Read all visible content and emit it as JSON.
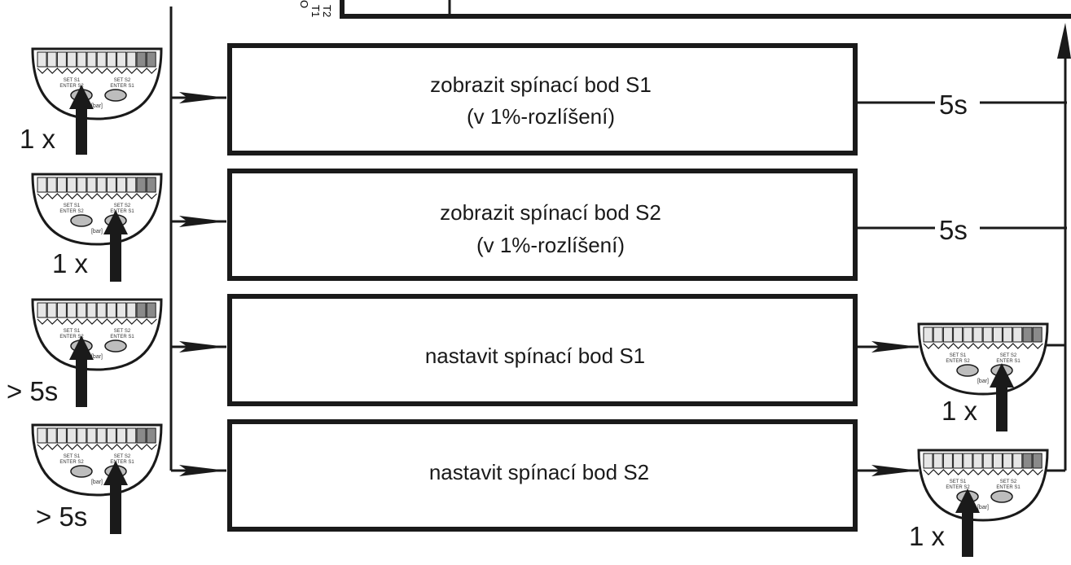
{
  "boxes": [
    {
      "line1": "zobrazit spínací bod S1",
      "line2": "(v 1%-rozlíšení)"
    },
    {
      "line1": "zobrazit spínací bod S2",
      "line2": "(v 1%-rozlíšení)"
    },
    {
      "line1": "nastavit spínací bod S1"
    },
    {
      "line1": "nastavit spínací bod S2"
    }
  ],
  "timeouts": [
    "5s",
    "5s"
  ],
  "press_labels": [
    "1 x",
    "1 x",
    "> 5s",
    "> 5s"
  ],
  "confirm_labels": [
    "1 x",
    "1 x"
  ],
  "top_marks": [
    "T2",
    "T1",
    "O"
  ],
  "device": {
    "set_s1": "SET S1",
    "enter_s2": "ENTER S2",
    "set_s2": "SET S2",
    "enter_s1": "ENTER S1",
    "unit": "[bar]"
  }
}
